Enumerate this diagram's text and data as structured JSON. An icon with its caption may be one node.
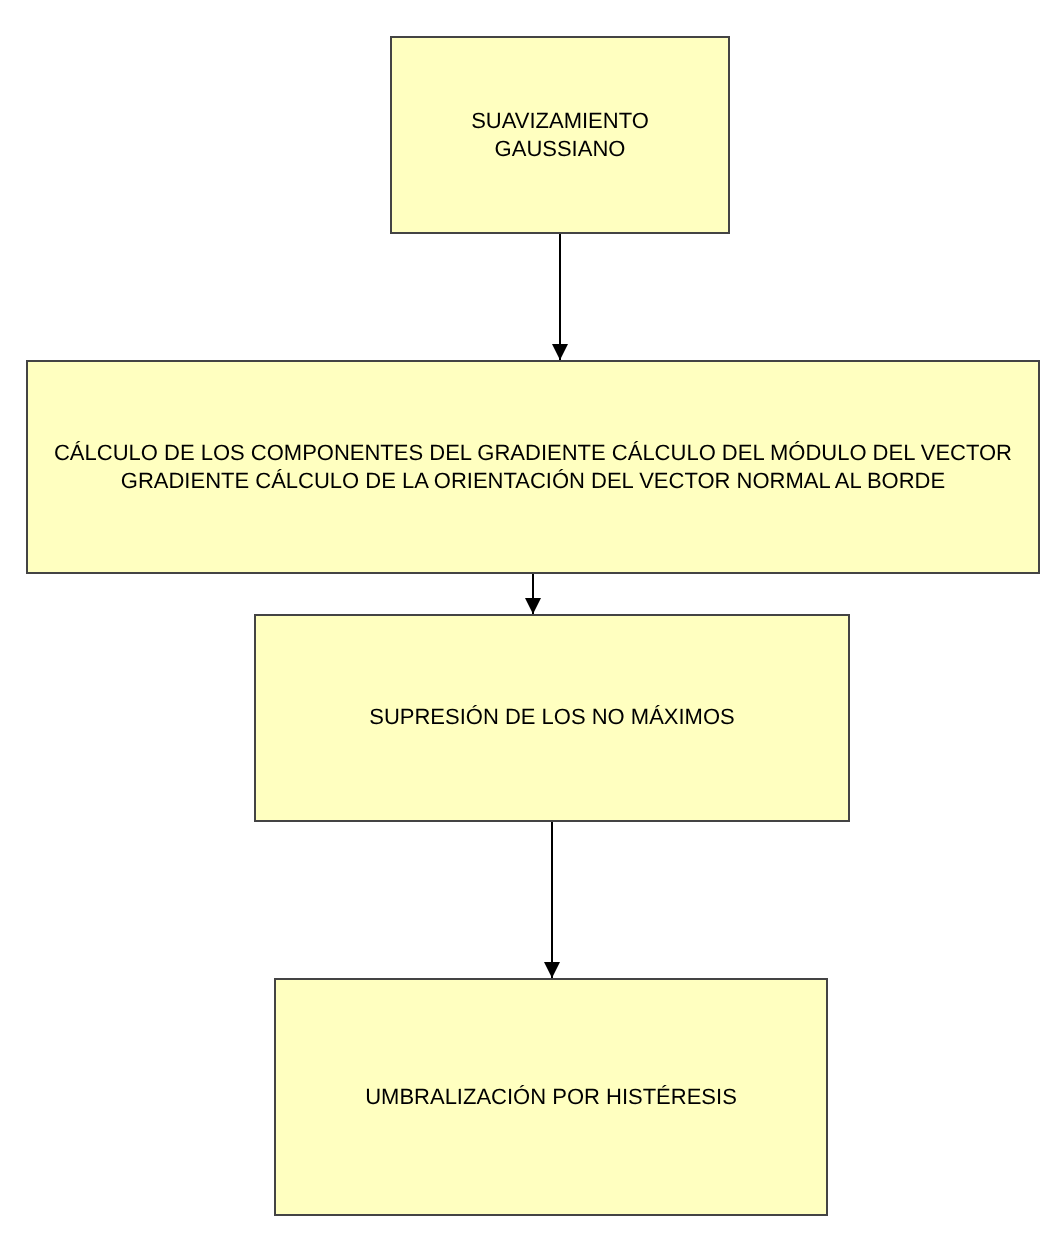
{
  "diagram": {
    "nodes": [
      {
        "text": [
          "SUAVIZAMIENTO GAUSSIANO"
        ]
      },
      {
        "text": [
          "CÁLCULO DE LOS COMPONENTES DEL GRADIENTE CÁLCULO DEL MÓDULO DEL VECTOR GRADIENTE CÁLCULO DE LA ORIENTACIÓN DEL VECTOR NORMAL AL BORDE"
        ]
      },
      {
        "text": [
          "SUPRESIÓN DE LOS NO MÁXIMOS"
        ]
      },
      {
        "text": [
          "UMBRALIZACIÓN POR HISTÉRESIS"
        ]
      }
    ],
    "edges": [
      {
        "from": 0,
        "to": 1,
        "arrow": "to"
      },
      {
        "from": 1,
        "to": 2,
        "arrow": "to"
      },
      {
        "from": 2,
        "to": 3,
        "arrow": "to"
      }
    ]
  }
}
